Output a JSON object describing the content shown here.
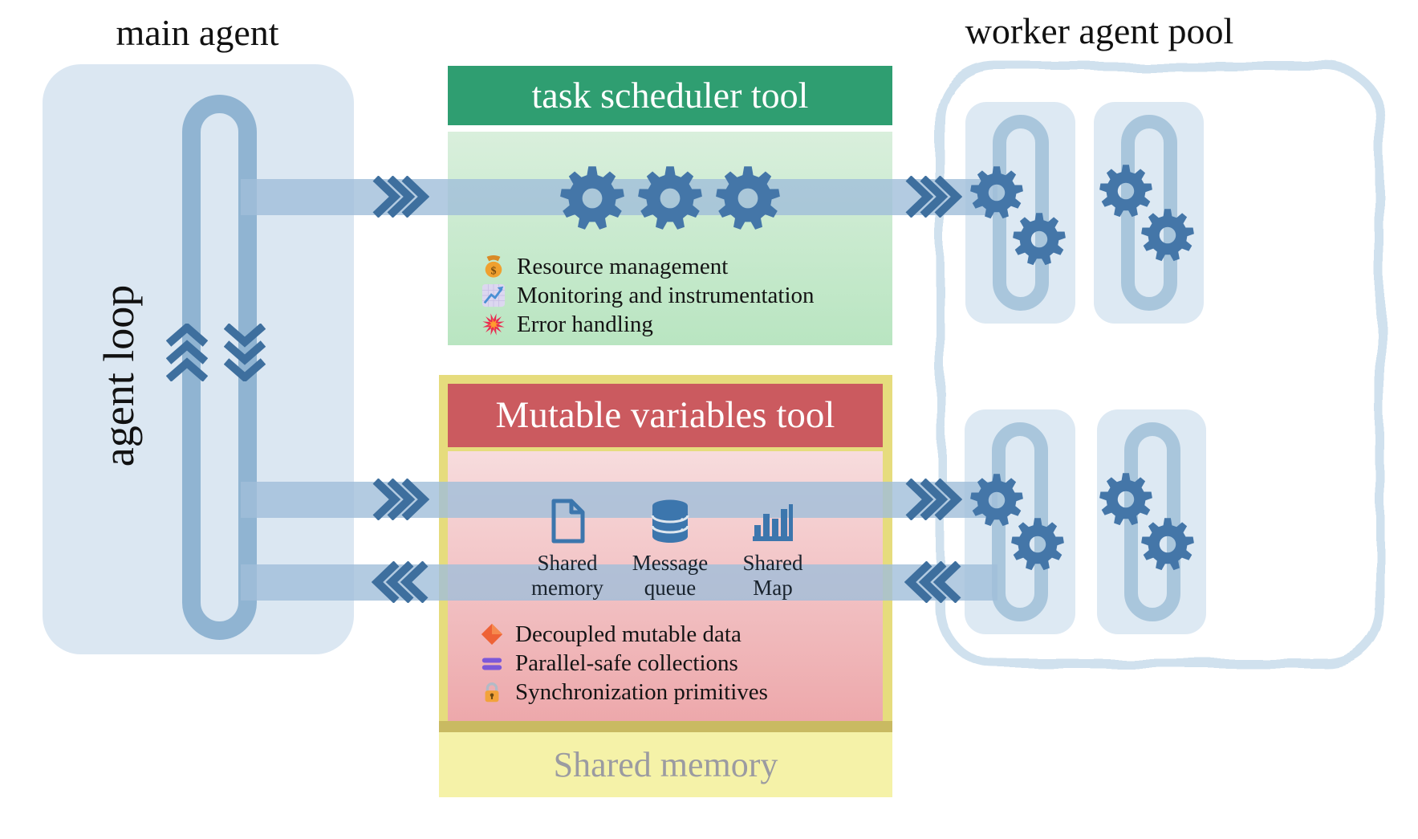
{
  "titles": {
    "main_agent": "main agent",
    "agent_loop": "agent loop",
    "worker_pool": "worker agent pool"
  },
  "scheduler": {
    "title": "task scheduler tool",
    "features": [
      {
        "icon": "money-bag-icon",
        "label": "Resource management"
      },
      {
        "icon": "chart-increasing-icon",
        "label": "Monitoring and instrumentation"
      },
      {
        "icon": "collision-icon",
        "label": "Error handling"
      }
    ]
  },
  "mutable": {
    "title": "Mutable variables tool",
    "collections": [
      {
        "icon": "document-icon",
        "label": "Shared memory"
      },
      {
        "icon": "database-icon",
        "label": "Message queue"
      },
      {
        "icon": "bar-chart-icon",
        "label": "Shared Map"
      }
    ],
    "features": [
      {
        "icon": "orange-diamond-icon",
        "label": "Decoupled mutable data"
      },
      {
        "icon": "double-bars-icon",
        "label": "Parallel-safe collections"
      },
      {
        "icon": "lock-icon",
        "label": "Synchronization primitives"
      }
    ]
  },
  "shared_memory": {
    "label": "Shared memory"
  },
  "colors": {
    "agent_box": "#dbe7f2",
    "loop_tube": "#90b4d2",
    "worker_tube": "#a9c6dc",
    "worker_box": "#dde9f3",
    "pool_border": "#d0e1ee",
    "band": "rgba(160,190,217,0.8)",
    "chevron": "#3e6f9e",
    "gear": "#4476a8",
    "scheduler_header": "#2f9e71",
    "scheduler_body_top": "#d9efdc",
    "scheduler_body_bottom": "#b9e5c1",
    "mutable_header": "#cb5a5f",
    "mutable_body_top": "#f7dcdd",
    "mutable_body_bottom": "#eda8ab",
    "shared_memory_frame": "#e6dc7d",
    "shared_memory_band": "#c9ba62",
    "shared_memory_strip": "#f5f2a8",
    "shared_memory_text": "#9b9ba1",
    "icon_blue": "#3c76ad"
  }
}
